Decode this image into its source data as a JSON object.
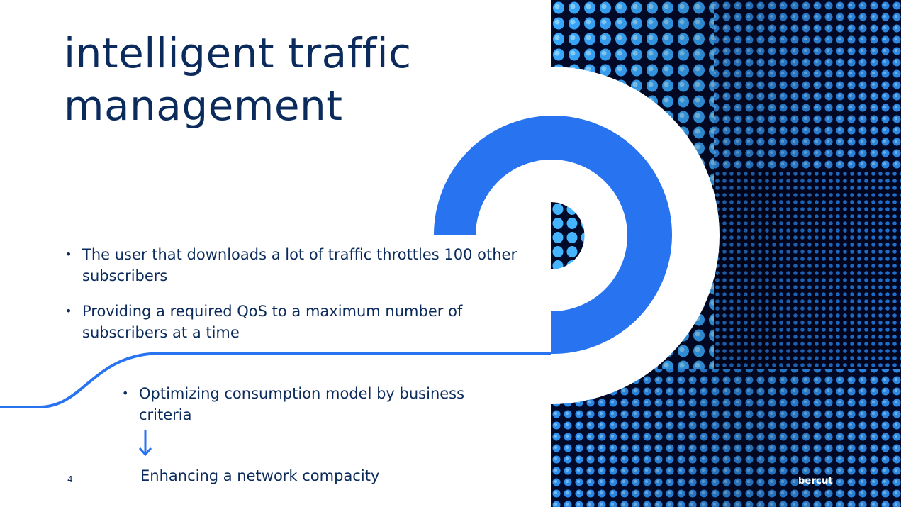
{
  "slide": {
    "title_line1": "intelligent traffic",
    "title_line2": "management",
    "bullets": [
      "The user that downloads a lot of traffic throttles 100 other subscribers",
      "Providing a required QoS to a maximum number of subscribers at a time"
    ],
    "sub_bullet": "Optimizing consumption model by business criteria",
    "result": "Enhancing a network compacity",
    "page_number": "4",
    "brand": "bercut"
  },
  "colors": {
    "title": "#0b2b5c",
    "accent": "#2873f0",
    "photo_dark": "#020a2a",
    "led_light": "#4cc3ff"
  },
  "icons": [
    "down-arrow-icon"
  ]
}
